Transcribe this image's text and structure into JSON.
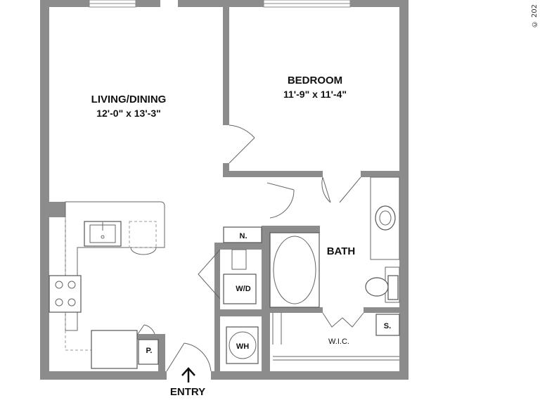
{
  "rooms": {
    "living": {
      "name": "LIVING/DINING",
      "dims": "12'-0\" x 13'-3\""
    },
    "bedroom": {
      "name": "BEDROOM",
      "dims": "11'-9\" x 11'-4\""
    },
    "bath": {
      "name": "BATH"
    },
    "wic": {
      "name": "W.I.C."
    }
  },
  "fixtures": {
    "linen": "N.",
    "washer_dryer": "W/D",
    "water_heater": "WH",
    "pantry": "P.",
    "storage": "S."
  },
  "entry": {
    "label": "ENTRY",
    "arrow": "up-arrow-icon"
  },
  "copyright": "© 202"
}
